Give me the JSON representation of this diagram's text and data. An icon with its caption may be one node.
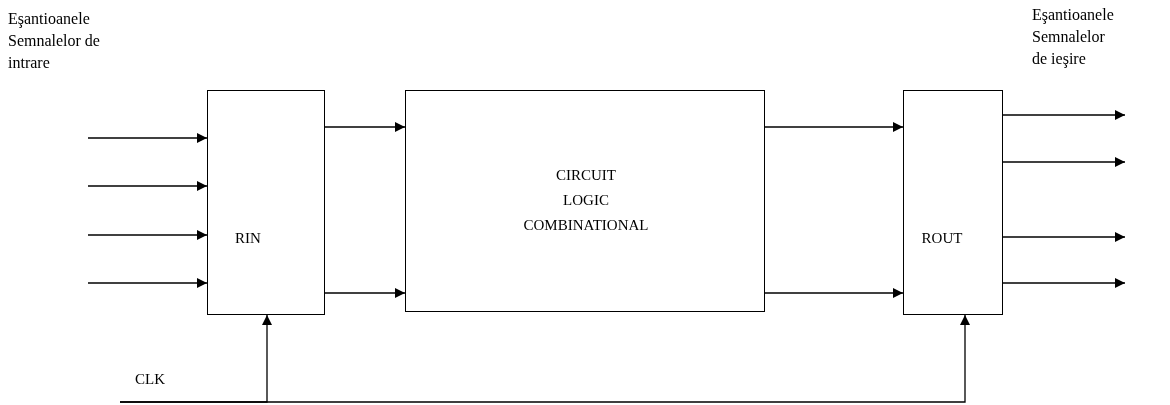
{
  "diagram": {
    "nodes": [
      {
        "text": [
          "RIN"
        ]
      },
      {
        "text": [
          "CIRCUIT LOGIC COMBINATIONAL"
        ]
      },
      {
        "text": [
          "ROUT"
        ]
      }
    ],
    "edges": [
      {
        "from": null,
        "to": 0,
        "arrow": "to"
      },
      {
        "from": null,
        "to": 0,
        "arrow": "to"
      },
      {
        "from": null,
        "to": 0,
        "arrow": "to"
      },
      {
        "from": null,
        "to": 0,
        "arrow": "to"
      },
      {
        "from": 0,
        "to": 1,
        "arrow": "to"
      },
      {
        "from": 0,
        "to": 1,
        "arrow": "to"
      },
      {
        "from": 1,
        "to": 2,
        "arrow": "to"
      },
      {
        "from": 1,
        "to": 2,
        "arrow": "to"
      },
      {
        "from": 2,
        "to": null,
        "arrow": "to"
      },
      {
        "from": 2,
        "to": null,
        "arrow": "to"
      },
      {
        "from": 2,
        "to": null,
        "arrow": "to"
      },
      {
        "from": 2,
        "to": null,
        "arrow": "to"
      },
      {
        "from": null,
        "to": 0,
        "arrow": "to"
      },
      {
        "from": null,
        "to": 2,
        "arrow": "to"
      }
    ],
    "labels": [
      "Eşantioanele Semnalelor de intrare",
      "Eşantioanele Semnalelor de ieşire",
      "CLK"
    ]
  }
}
